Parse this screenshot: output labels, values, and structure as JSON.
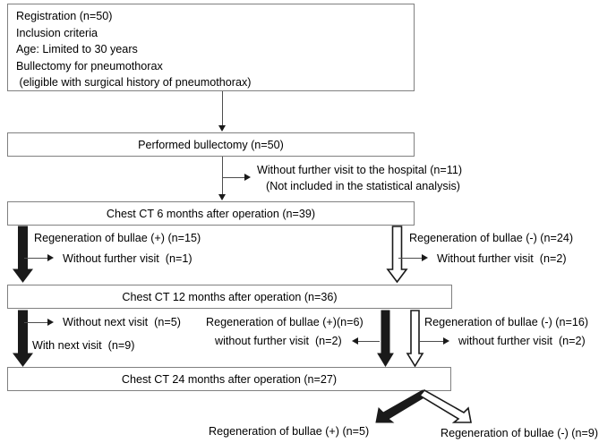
{
  "diagram": {
    "title": "Patient enrollment and follow-up flow diagram",
    "colors": {
      "box_border": "#808080",
      "line": "#4d4d4d",
      "arrow_filled": "#1a1a1a",
      "arrow_outline_fill": "#ffffff",
      "text": "#000000"
    },
    "boxes": [
      {
        "id": "registration",
        "lines": [
          "Registration (n=50)",
          "Inclusion criteria",
          "Age: Limited to 30 years",
          "Bullectomy for pneumothorax",
          " (eligible with surgical history of pneumothorax)"
        ]
      },
      {
        "id": "performed-bullectomy",
        "label": "Performed bullectomy (n=50)"
      },
      {
        "id": "chest-ct-6",
        "label": "Chest CT 6 months after operation (n=39)"
      },
      {
        "id": "chest-ct-12",
        "label": "Chest CT 12 months after operation (n=36)"
      },
      {
        "id": "chest-ct-24",
        "label": "Chest CT 24 months after operation (n=27)"
      }
    ],
    "dropouts_after_bullectomy": {
      "line1": "Without further visit to the hospital (n=11)",
      "line2": "(Not included in the statistical analysis)"
    },
    "branch_6_months": {
      "left": {
        "arrow_style": "filled",
        "label": "Regeneration of bullae (+) (n=15)",
        "dropout": "Without further visit  (n=1)"
      },
      "right": {
        "arrow_style": "outline",
        "label": "Regeneration of bullae (-) (n=24)",
        "dropout": "Without further visit  (n=2)"
      }
    },
    "branch_12_months": {
      "far_left": {
        "arrow_style": "filled",
        "dropout": "Without next visit  (n=5)",
        "continue": "With next visit  (n=9)"
      },
      "mid": {
        "arrow_style": "filled",
        "label": "Regeneration of bullae (+)(n=6)",
        "dropout": "without further visit  (n=2)"
      },
      "right": {
        "arrow_style": "outline",
        "label": "Regeneration of bullae (-) (n=16)",
        "dropout": "without further visit  (n=2)"
      }
    },
    "outcome_24_months": {
      "left": {
        "arrow_style": "filled",
        "label": "Regeneration of bullae (+) (n=5)"
      },
      "right": {
        "arrow_style": "outline",
        "label": "Regeneration of bullae (-) (n=9)"
      }
    }
  }
}
